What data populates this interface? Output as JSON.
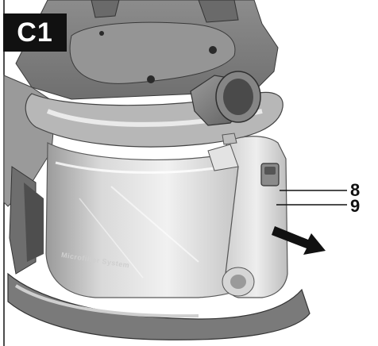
{
  "figure": {
    "badge_label": "C1",
    "product_text": "Microfilter System",
    "callouts": [
      {
        "label": "8",
        "part": "release-button"
      },
      {
        "label": "9",
        "part": "container-handle"
      }
    ]
  },
  "colors": {
    "badge_bg": "#111111",
    "badge_fg": "#ffffff",
    "device_dark": "#7d7d7d",
    "device_mid": "#a9a9a9",
    "device_light": "#dedede",
    "leader_line": "#111111"
  },
  "icons": {
    "direction_arrow": "arrow-right-down-icon"
  }
}
